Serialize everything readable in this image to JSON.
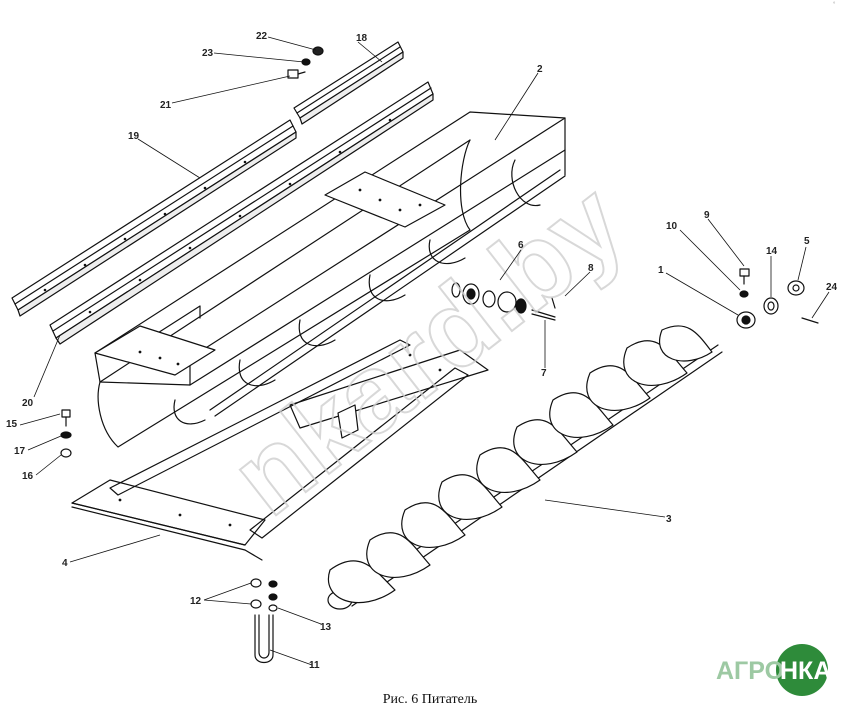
{
  "caption": "Рис. 6  Питатель",
  "watermark": "nkard.by",
  "logo": {
    "part1": "АГРО",
    "part2": "НКА",
    "color": "#2e8b3a"
  },
  "corner_mark": "°",
  "callouts": [
    "22",
    "23",
    "18",
    "2",
    "21",
    "19",
    "6",
    "8",
    "10",
    "9",
    "14",
    "5",
    "1",
    "24",
    "20",
    "15",
    "17",
    "16",
    "7",
    "3",
    "4",
    "12",
    "13",
    "11"
  ]
}
